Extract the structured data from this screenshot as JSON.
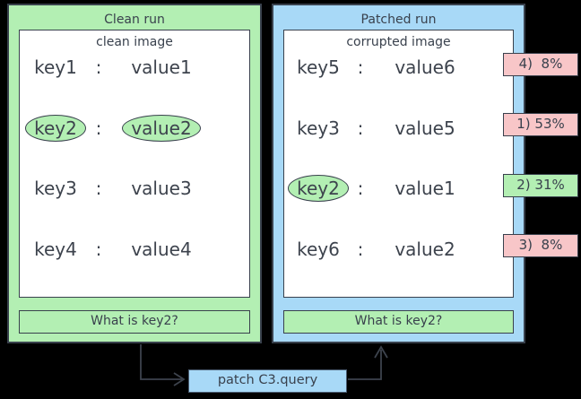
{
  "colors": {
    "background": "#000000",
    "green_fill": "#b3efb3",
    "blue_fill": "#a8d9f7",
    "pink_fill": "#f8c6c8",
    "box_fill": "#ffffff",
    "border_dark": "#39414d",
    "text_dark": "#3d434d"
  },
  "symbols": {
    "colon": ":"
  },
  "left_panel": {
    "title": "Clean run",
    "image_label": "clean image",
    "rows": [
      {
        "key": "key1",
        "value": "value1",
        "key_circled": false,
        "value_circled": false
      },
      {
        "key": "key2",
        "value": "value2",
        "key_circled": true,
        "value_circled": true
      },
      {
        "key": "key3",
        "value": "value3",
        "key_circled": false,
        "value_circled": false
      },
      {
        "key": "key4",
        "value": "value4",
        "key_circled": false,
        "value_circled": false
      }
    ],
    "query_label": "What is key2?"
  },
  "right_panel": {
    "title": "Patched run",
    "image_label": "corrupted image",
    "rows": [
      {
        "key": "key5",
        "value": "value6",
        "key_circled": false,
        "badge": "4)  8%",
        "badge_color": "pink"
      },
      {
        "key": "key3",
        "value": "value5",
        "key_circled": false,
        "badge": "1) 53%",
        "badge_color": "pink"
      },
      {
        "key": "key2",
        "value": "value1",
        "key_circled": true,
        "badge": "2) 31%",
        "badge_color": "green"
      },
      {
        "key": "key6",
        "value": "value2",
        "key_circled": false,
        "badge": "3)  8%",
        "badge_color": "pink"
      }
    ],
    "query_label": "What is key2?"
  },
  "patch_box": {
    "label": "patch C3.query"
  }
}
